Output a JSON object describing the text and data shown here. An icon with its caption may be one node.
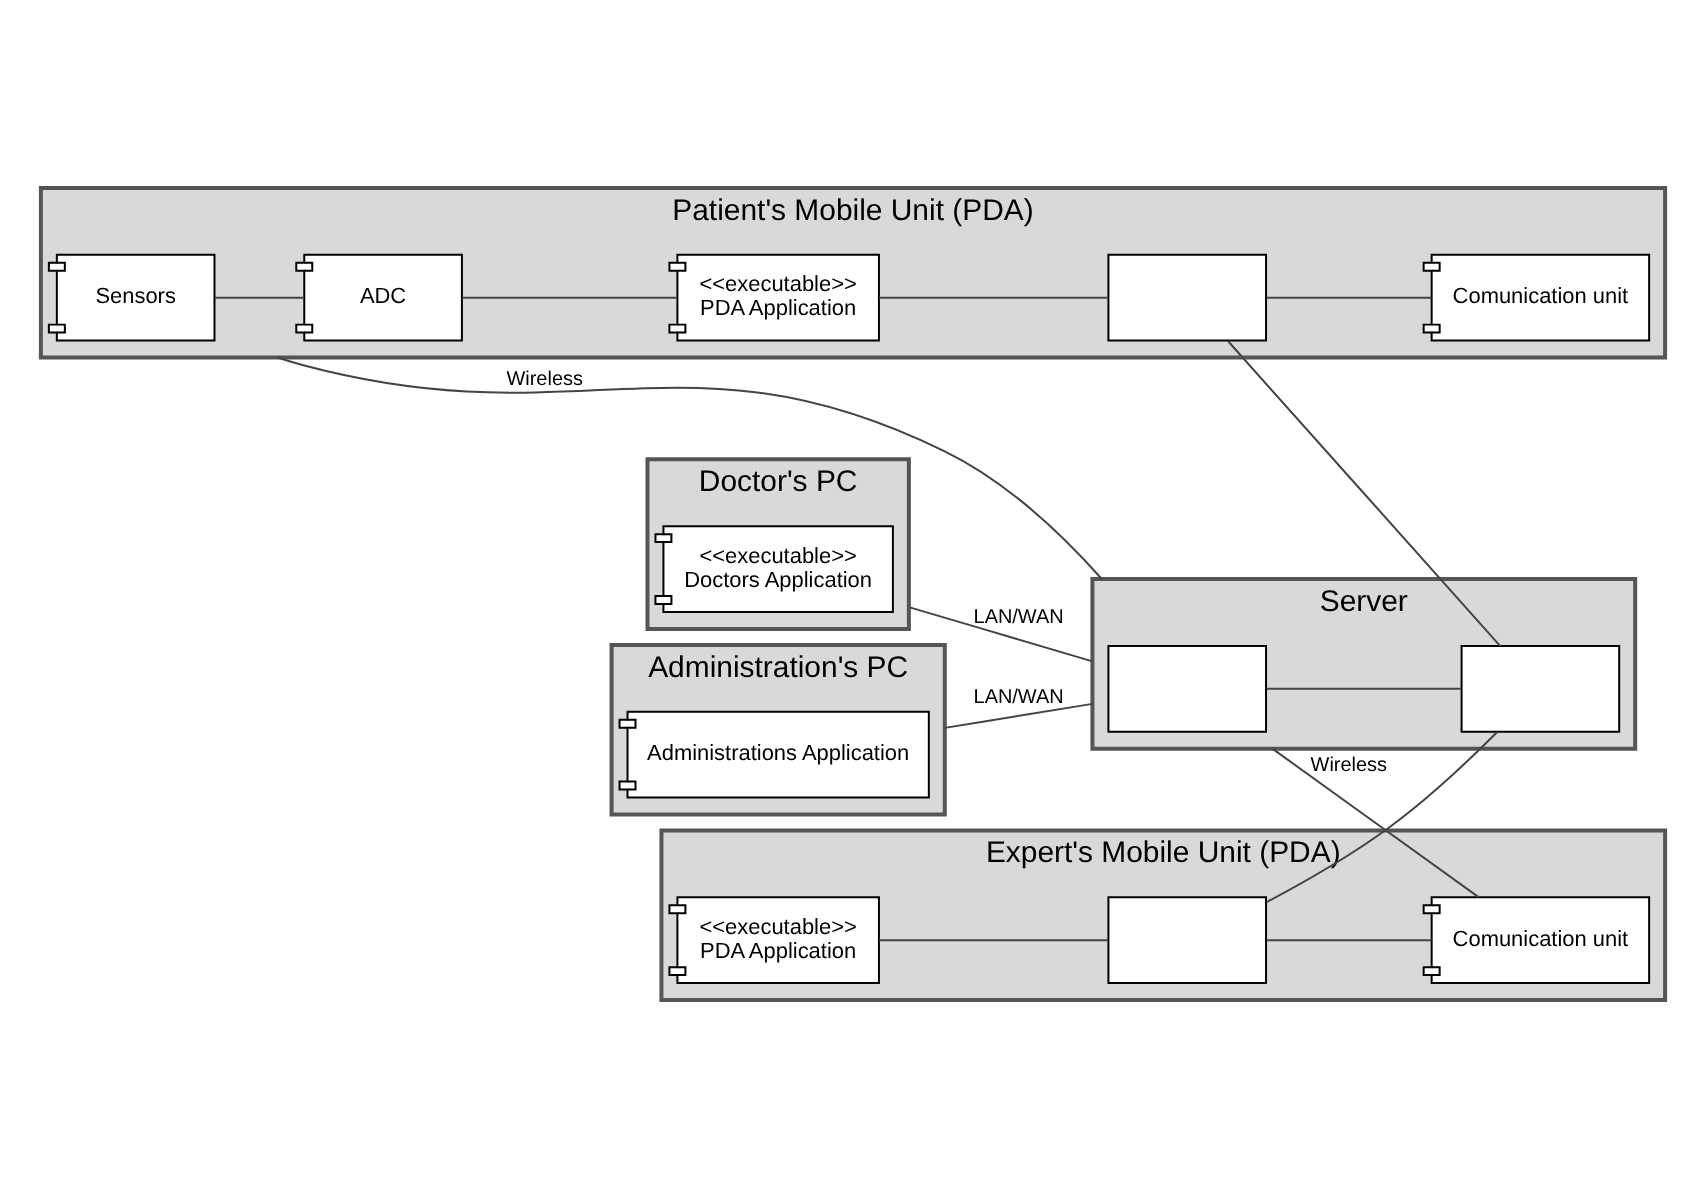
{
  "diagram": {
    "nodes": [
      {
        "text": [
          "Patient's Mobile Unit (PDA)"
        ]
      },
      {
        "text": [
          "Sensors"
        ],
        "in": 0
      },
      {
        "text": [
          "ADC"
        ],
        "in": 0
      },
      {
        "text": [
          "<<executable>>",
          "PDA Application"
        ],
        "in": 0
      },
      {
        "text": [],
        "shape": "box",
        "in": 0
      },
      {
        "text": [
          "Comunication unit"
        ],
        "in": 0
      },
      {
        "text": [
          "Doctor's PC"
        ]
      },
      {
        "text": [
          "<<executable>>",
          "Doctors Application"
        ],
        "in": 6
      },
      {
        "text": [
          "Server"
        ]
      },
      {
        "text": [],
        "shape": "box",
        "in": 8
      },
      {
        "text": [],
        "shape": "box",
        "in": 8
      },
      {
        "text": [
          "Administration's PC"
        ]
      },
      {
        "text": [
          "Administrations Application"
        ],
        "in": 11
      },
      {
        "text": [
          "Expert's Mobile Unit (PDA)"
        ]
      },
      {
        "text": [
          "<<executable>>",
          "PDA Application"
        ],
        "in": 13
      },
      {
        "text": [],
        "shape": "box",
        "in": 13
      },
      {
        "text": [
          "Comunication unit"
        ],
        "in": 13
      }
    ],
    "edges": [
      {
        "from": 1,
        "to": 2,
        "arrow": "none"
      },
      {
        "from": 2,
        "to": 3,
        "arrow": "none"
      },
      {
        "from": 3,
        "to": 4,
        "arrow": "none"
      },
      {
        "from": 4,
        "to": 5,
        "arrow": "none"
      },
      {
        "from": 0,
        "to": 8,
        "arrow": "none",
        "label": "Wireless"
      },
      {
        "from": 4,
        "to": 10,
        "arrow": "none"
      },
      {
        "from": 6,
        "to": 8,
        "arrow": "none",
        "label": "LAN/WAN"
      },
      {
        "from": 11,
        "to": 8,
        "arrow": "none",
        "label": "LAN/WAN"
      },
      {
        "from": 9,
        "to": 10,
        "arrow": "none"
      },
      {
        "from": 8,
        "to": 16,
        "arrow": "none",
        "label": "Wireless"
      },
      {
        "from": 15,
        "to": 10,
        "arrow": "none"
      },
      {
        "from": 14,
        "to": 15,
        "arrow": "none"
      },
      {
        "from": 15,
        "to": 16,
        "arrow": "none"
      }
    ]
  }
}
